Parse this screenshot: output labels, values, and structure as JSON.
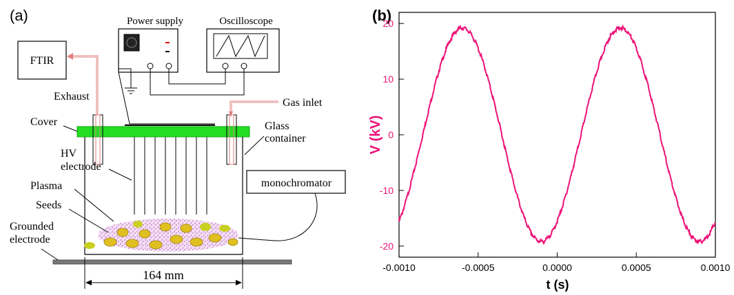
{
  "panel_a": {
    "label": "(a)",
    "boxes": {
      "ftir": "FTIR",
      "power_supply": "Power supply",
      "oscilloscope": "Oscilloscope",
      "monochromator": "monochromator"
    },
    "labels": {
      "exhaust": "Exhaust",
      "gas_inlet": "Gas inlet",
      "cover": "Cover",
      "glass_container_1": "Glass",
      "glass_container_2": "container",
      "hv_1": "HV",
      "hv_2": "electrode",
      "plasma": "Plasma",
      "seeds": "Seeds",
      "grounded_1": "Grounded",
      "grounded_2": "electrode",
      "width": "164 mm"
    },
    "colors": {
      "cover": "#22dd22",
      "seed": "#e0c020",
      "seed_dark": "#b89a10",
      "plasma": "#cc44cc",
      "tube": "#e08080"
    }
  },
  "panel_b": {
    "label": "(b)",
    "chart_data": {
      "type": "line",
      "xlabel": "t (s)",
      "ylabel": "V (kV)",
      "xlim": [
        -0.001,
        0.001
      ],
      "ylim": [
        -22,
        22
      ],
      "xticks": [
        "-0.0010",
        "-0.0005",
        "0.0000",
        "0.0005",
        "0.0010"
      ],
      "xtick_values": [
        -0.001,
        -0.0005,
        0,
        0.0005,
        0.001
      ],
      "yticks": [
        "-20",
        "-10",
        "0",
        "10",
        "20"
      ],
      "ytick_values": [
        -20,
        -10,
        0,
        10,
        20
      ],
      "series": [
        {
          "amplitude_kV": 19.2,
          "frequency_Hz": 1000,
          "peak_times_s": [
            -0.0006,
            0.0004
          ],
          "trough_times_s": [
            -0.0001,
            0.0009
          ]
        }
      ],
      "color": "#ee1177",
      "grid": false
    }
  }
}
